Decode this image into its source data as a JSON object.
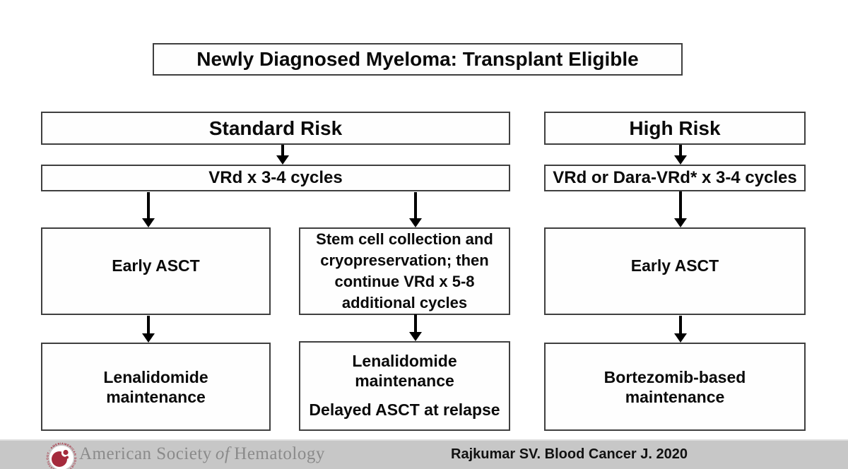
{
  "title": "Newly Diagnosed Myeloma: Transplant Eligible",
  "standard_risk": {
    "header": "Standard Risk",
    "induction": "VRd x 3-4 cycles",
    "early_path": {
      "treatment": "Early ASCT",
      "maintenance": "Lenalidomide maintenance"
    },
    "delayed_path": {
      "treatment": "Stem cell collection and cryopreservation; then continue VRd x 5-8 additional cycles",
      "maintenance": "Lenalidomide maintenance",
      "relapse": "Delayed ASCT at relapse"
    }
  },
  "high_risk": {
    "header": "High Risk",
    "induction": "VRd or Dara-VRd* x 3-4 cycles",
    "treatment": "Early ASCT",
    "maintenance": "Bortezomib-based maintenance"
  },
  "footer": {
    "org_prefix": "American Society",
    "org_of": "of",
    "org_suffix": "Hematology",
    "logo_arc_text": "AMERICAN SOCIETY OF HEMATOLOGY · AMERICAN SOCIETY OF",
    "citation": "Rajkumar SV. Blood Cancer J. 2020"
  },
  "colors": {
    "logo_red": "#a52a3c",
    "bar_gray": "#c7c7c7",
    "org_text": "#8a8a8a",
    "box_border": "#3f3f3f"
  }
}
